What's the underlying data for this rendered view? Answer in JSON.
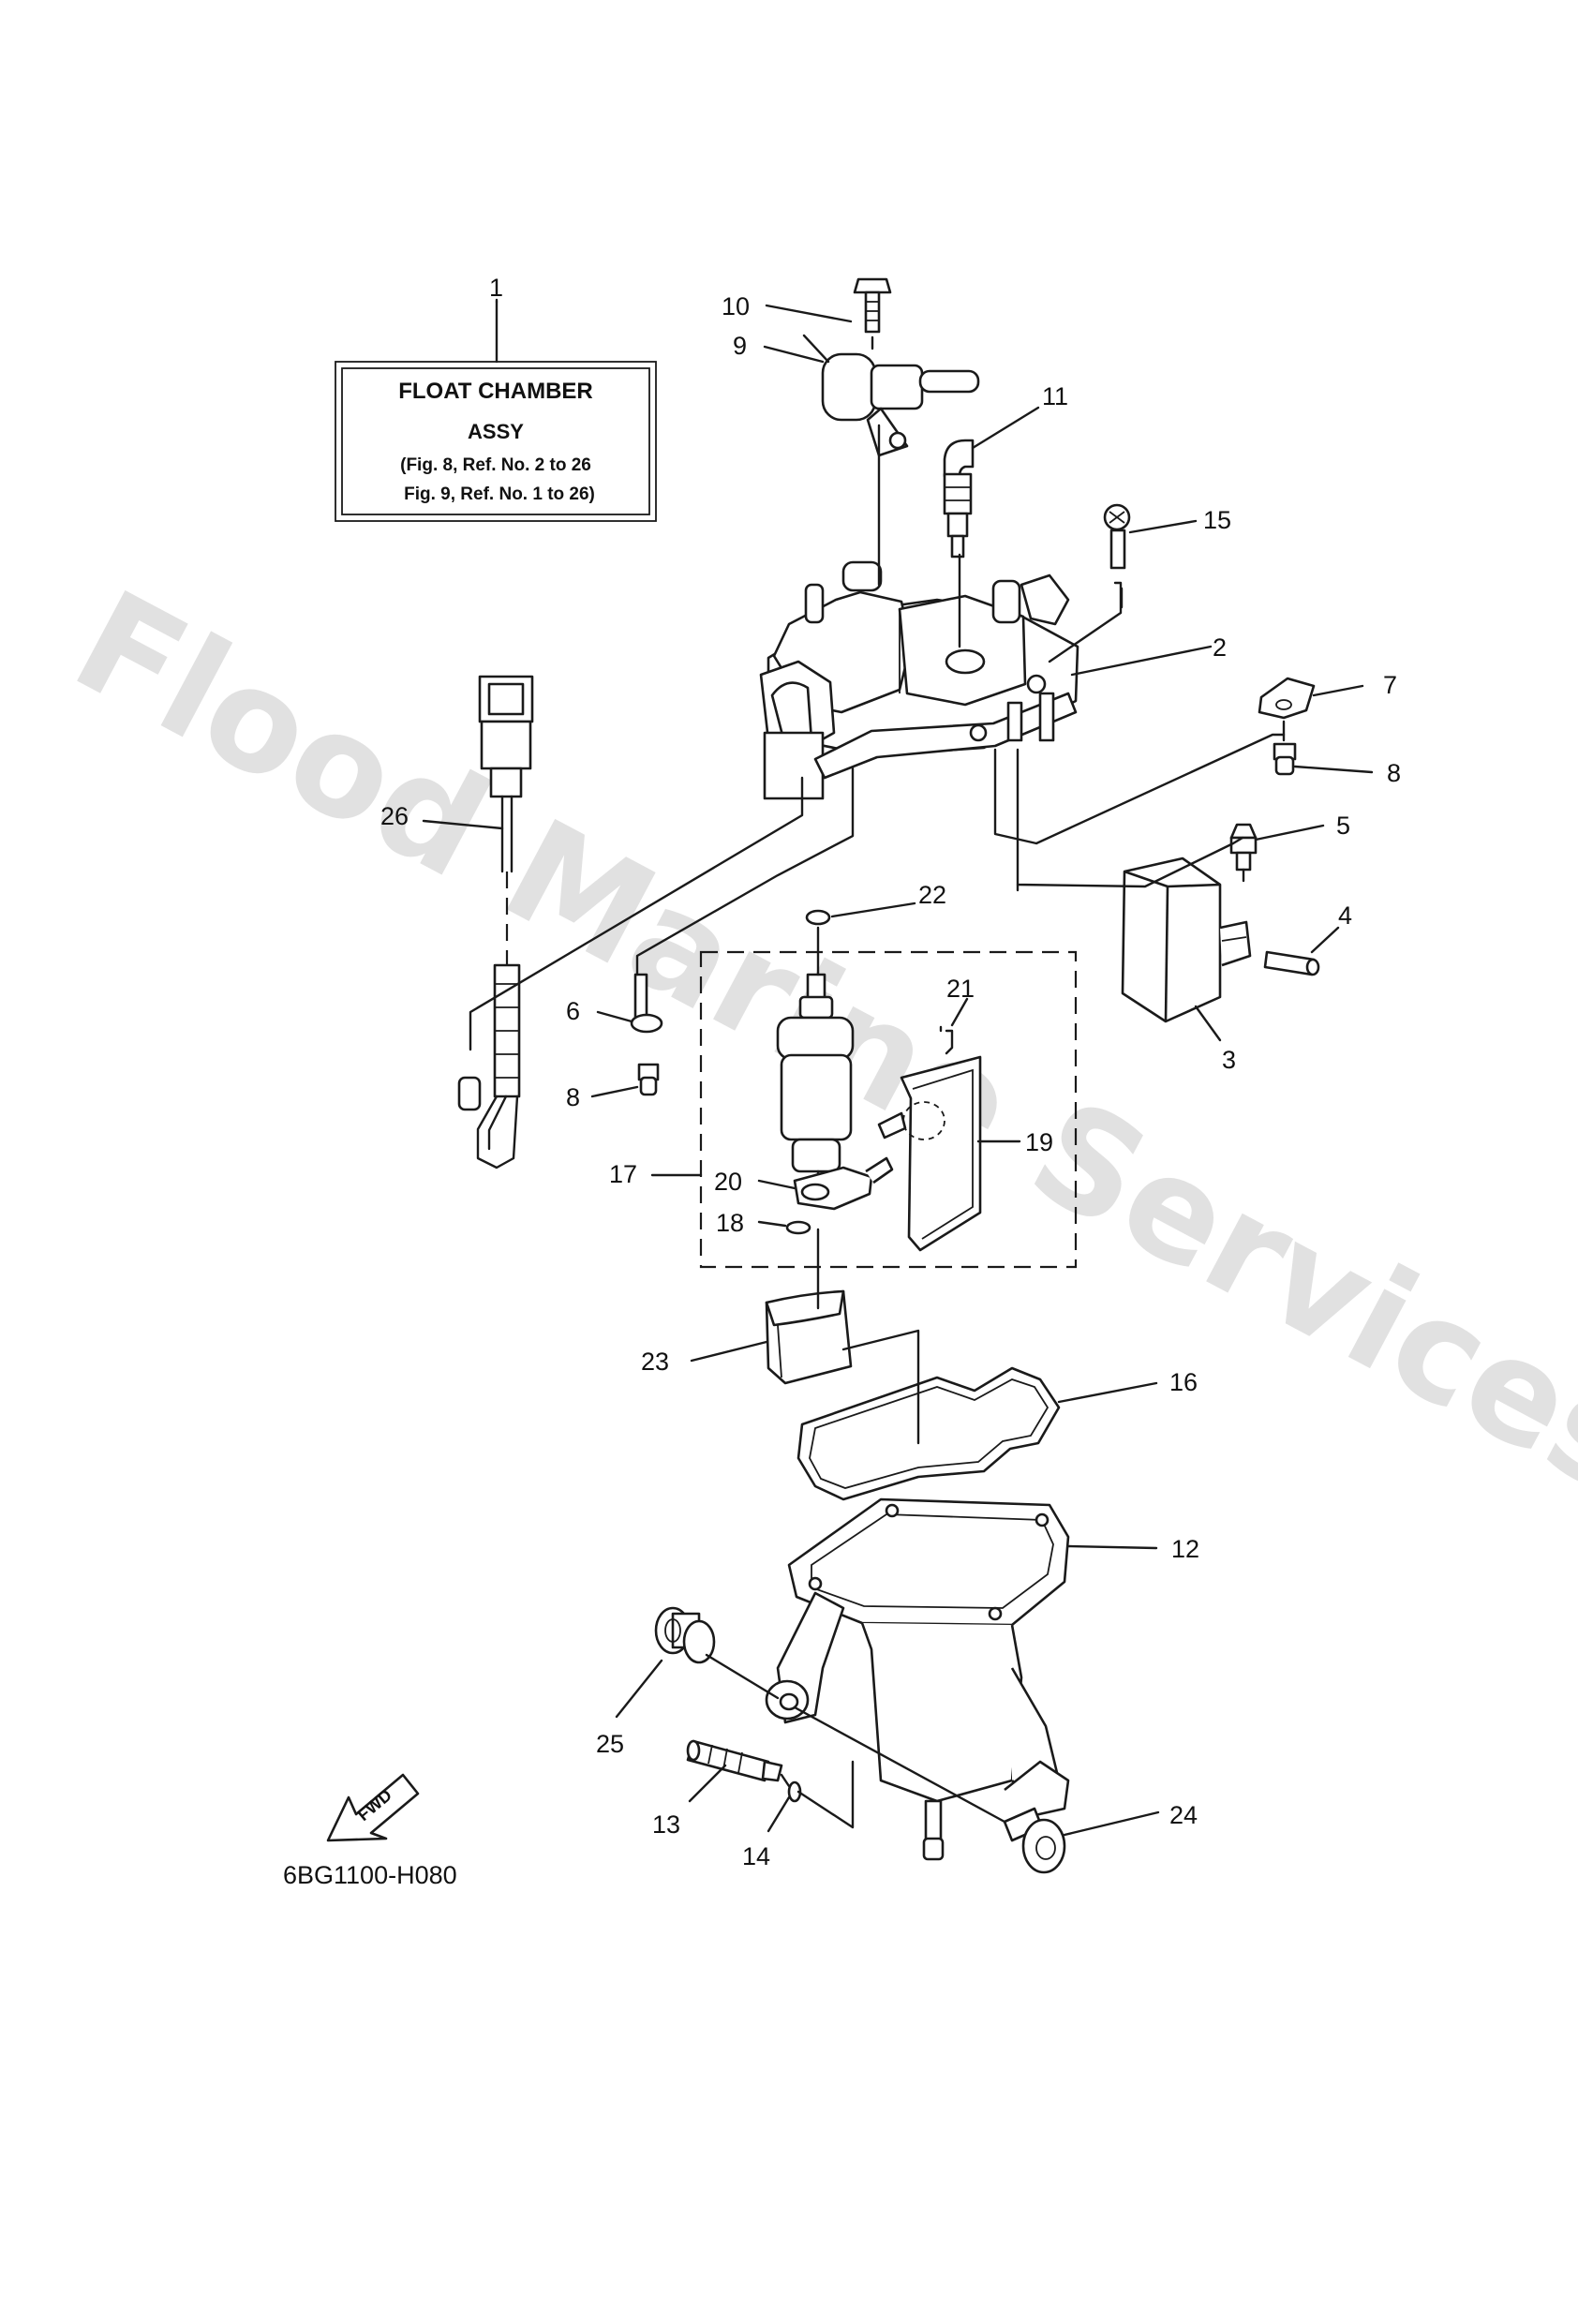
{
  "note_box": {
    "ref": "1",
    "line1": "FLOAT CHAMBER",
    "line2": "ASSY",
    "line3": "(Fig. 8, Ref. No. 2 to 26",
    "line4": "Fig. 9, Ref. No. 1 to 26)"
  },
  "callouts": [
    "1",
    "2",
    "3",
    "4",
    "5",
    "6",
    "7",
    "8",
    "9",
    "10",
    "11",
    "12",
    "13",
    "14",
    "15",
    "16",
    "17",
    "18",
    "19",
    "20",
    "21",
    "22",
    "23",
    "24",
    "25",
    "26"
  ],
  "extra_callouts": {
    "eight_b": "8"
  },
  "fwd_label": "FWD",
  "figure_code": "6BG1100-H080",
  "watermark": "Flood Marine Services"
}
